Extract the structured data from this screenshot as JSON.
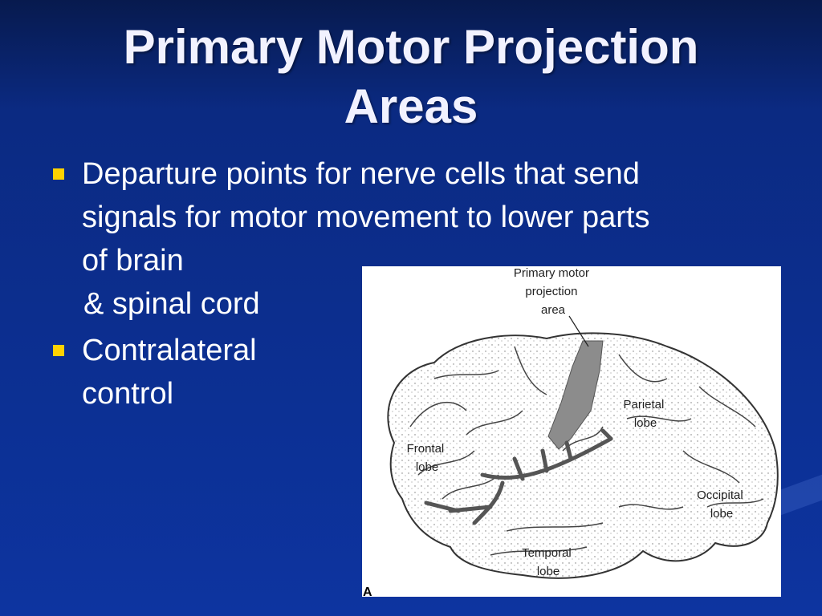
{
  "slide": {
    "title_line1": "Primary Motor Projection",
    "title_line2": "Areas"
  },
  "bullets": [
    {
      "lines": [
        "Departure points for nerve cells that send",
        "signals for motor movement to lower parts",
        "of brain",
        " & spinal cord"
      ]
    },
    {
      "lines": [
        "Contralateral",
        "control"
      ]
    }
  ],
  "figure": {
    "labels": {
      "motor_area": [
        "Primary motor",
        "projection",
        "area"
      ],
      "parietal": [
        "Parietal",
        "lobe"
      ],
      "frontal": [
        "Frontal",
        "lobe"
      ],
      "occipital": [
        "Occipital",
        "lobe"
      ],
      "temporal": [
        "Temporal",
        "lobe"
      ]
    },
    "panel_letter": "A"
  },
  "colors": {
    "background": "#0d34a0",
    "title": "#f2f2ff",
    "bullet_marker": "#ffd200",
    "motor_area_fill": "#8c8c8c"
  }
}
